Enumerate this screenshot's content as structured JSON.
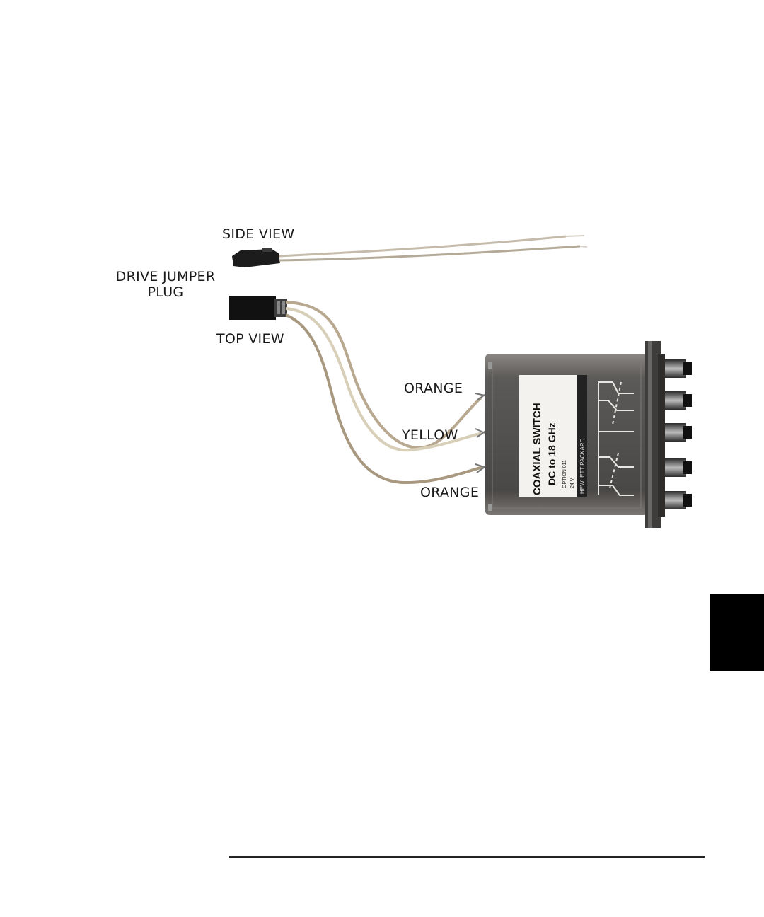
{
  "labels": {
    "side_view": "SIDE VIEW",
    "drive_jumper_plug_line1": "DRIVE JUMPER",
    "drive_jumper_plug_line2": "PLUG",
    "top_view": "TOP VIEW",
    "orange_top": "ORANGE",
    "yellow": "YELLOW",
    "orange_bottom": "ORANGE"
  },
  "device_label": {
    "title": "COAXIAL SWITCH",
    "range": "DC to 18 GHz",
    "small_line1": "OPTION 011",
    "small_line2": "24 V",
    "brand": "HEWLETT PACKARD"
  },
  "colors": {
    "wire_orange": "#b8a890",
    "wire_yellow": "#d8cfb8",
    "switch_body": "#5a5856",
    "tab": "#000000"
  }
}
